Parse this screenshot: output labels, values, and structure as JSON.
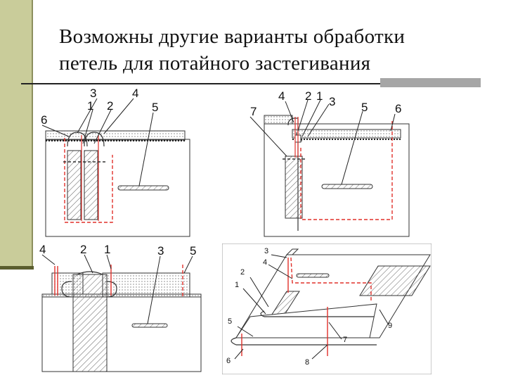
{
  "slide": {
    "title_line1": "Возможны другие варианты обработки",
    "title_line2": "петель для потайного застегивания"
  },
  "figure1": {
    "labels": [
      "3",
      "1",
      "2",
      "4",
      "5",
      "6"
    ]
  },
  "figure2": {
    "labels": [
      "4",
      "2",
      "1",
      "3",
      "5",
      "6",
      "7"
    ]
  },
  "figure3": {
    "labels": [
      "4",
      "2",
      "1",
      "3",
      "5"
    ]
  },
  "figure4": {
    "labels": [
      "3",
      "4",
      "2",
      "1",
      "5",
      "6",
      "8",
      "7",
      "9"
    ]
  },
  "colors": {
    "sidebar": "#c9cc9a",
    "accent_dark": "#5b5e2f",
    "stitch_red": "#e0302a",
    "hatch": "#666666",
    "rule_bar": "#a6a6a6"
  }
}
